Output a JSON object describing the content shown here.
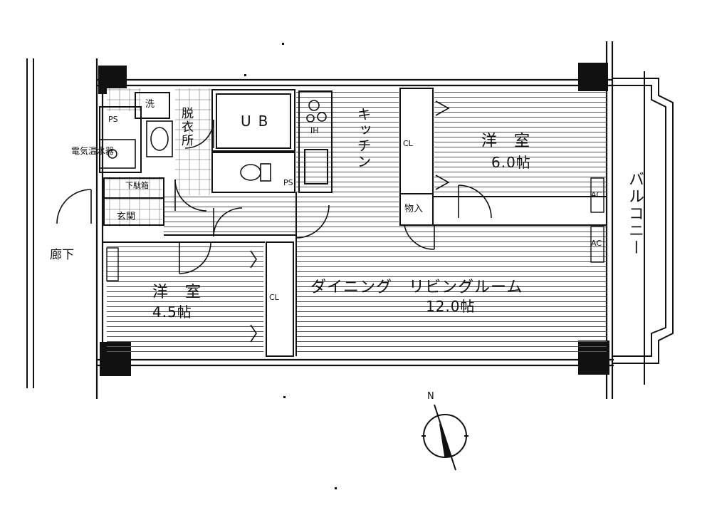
{
  "floorplan": {
    "rooms": {
      "western_room_north": {
        "name": "洋　室",
        "size": "6.0帖"
      },
      "western_room_south": {
        "name": "洋　室",
        "size": "4.5帖"
      },
      "living": {
        "name": "ダイニング　リビングルーム",
        "size": "12.0帖"
      },
      "kitchen": {
        "name": "キッチン"
      },
      "balcony": {
        "name": "バルコニー"
      },
      "corridor": {
        "name": "廊下"
      },
      "entrance": {
        "name": "玄関"
      },
      "shoe_box": {
        "name": "下駄箱"
      },
      "dressing": {
        "name": "脱衣所"
      },
      "unit_bath": {
        "name": "UB"
      },
      "washer": {
        "name": "洗"
      },
      "water_heater": {
        "name": "電気温水器"
      },
      "storage": {
        "name": "物入"
      },
      "ps_top": {
        "name": "PS"
      },
      "ps_toilet": {
        "name": "PS"
      },
      "closet_north": {
        "name": "CL"
      },
      "closet_south": {
        "name": "CL"
      },
      "stove": {
        "name": "IH"
      },
      "ac_upper": {
        "name": "AC"
      },
      "ac_lower": {
        "name": "AC"
      }
    },
    "compass": {
      "label": "N"
    }
  }
}
